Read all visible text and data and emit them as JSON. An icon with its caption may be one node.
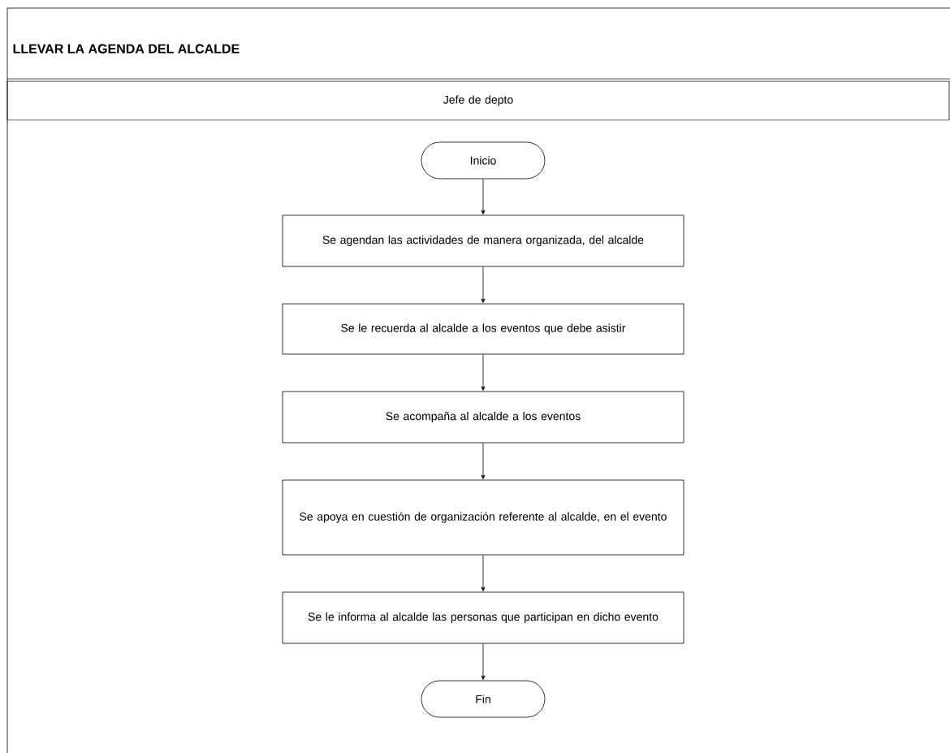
{
  "diagram": {
    "title": "LLEVAR LA AGENDA DEL ALCALDE",
    "nodes": [
      {
        "text": [
          "Jefe de depto"
        ]
      },
      {
        "text": [
          "Inicio"
        ]
      },
      {
        "text": [
          "Se agendan las actividades de manera organizada, del alcalde"
        ]
      },
      {
        "text": [
          "Se le recuerda al alcalde a los eventos que debe asistir"
        ]
      },
      {
        "text": [
          "Se acompaña al alcalde a los eventos"
        ]
      },
      {
        "text": [
          "Se apoya en cuestión de organización referente al alcalde, en el evento"
        ]
      },
      {
        "text": [
          "Se le informa al alcalde las personas que participan en dicho evento"
        ]
      },
      {
        "text": [
          "Fin"
        ]
      }
    ],
    "edges": [
      {
        "from": 1,
        "to": 2,
        "arrow": "to"
      },
      {
        "from": 2,
        "to": 3,
        "arrow": "to"
      },
      {
        "from": 3,
        "to": 4,
        "arrow": "to"
      },
      {
        "from": 4,
        "to": 5,
        "arrow": "to"
      },
      {
        "from": 5,
        "to": 6,
        "arrow": "to"
      },
      {
        "from": 6,
        "to": 7,
        "arrow": "to"
      }
    ]
  }
}
